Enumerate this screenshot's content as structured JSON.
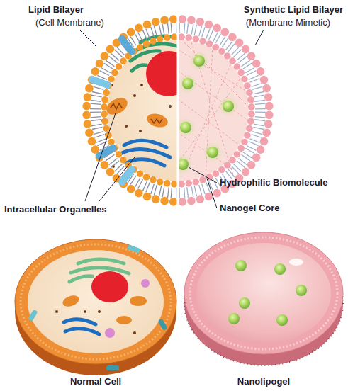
{
  "diagram": {
    "labels": [
      "Lipid Bilayer",
      "(Cell Membrane)",
      "Synthetic Lipid Bilayer",
      "(Membrane Mimetic)",
      "Intracellular Organelles",
      "Hydrophilic Biomolecule",
      "Nanogel Core",
      "Normal Cell",
      "Nanolipogel"
    ]
  }
}
